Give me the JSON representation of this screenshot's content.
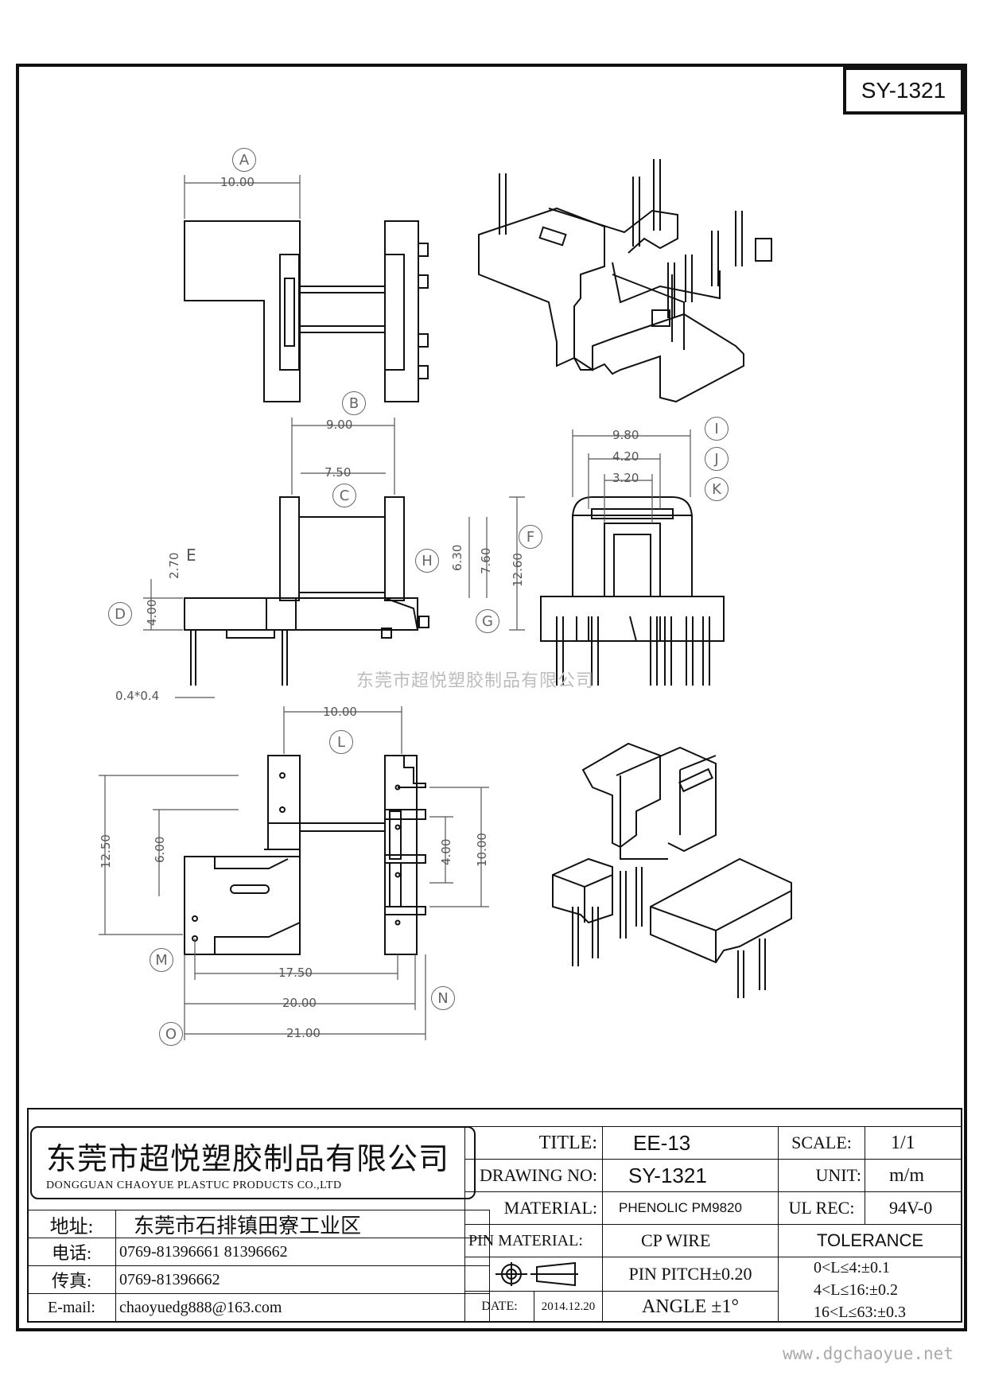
{
  "part_number": "SY-1321",
  "watermark": "东莞市超悦塑胶制品有限公司",
  "website": "www.dgchaoyue.net",
  "dimensions": [
    {
      "id": "A",
      "value": "10.00"
    },
    {
      "id": "B",
      "value": "9.00"
    },
    {
      "id": "C",
      "value": "7.50"
    },
    {
      "id": "D",
      "value": "4.00"
    },
    {
      "id": "E",
      "value": "2.70"
    },
    {
      "id": "F",
      "value": "12.60"
    },
    {
      "id": "G",
      "value": "7.60"
    },
    {
      "id": "H",
      "value": "6.30"
    },
    {
      "id": "I",
      "value": "9.80"
    },
    {
      "id": "J",
      "value": "4.20"
    },
    {
      "id": "K",
      "value": "3.20"
    },
    {
      "id": "L",
      "value": "10.00"
    },
    {
      "id": "M",
      "value": "17.50"
    },
    {
      "id": "N",
      "value": "20.00"
    },
    {
      "id": "O",
      "value": "21.00"
    }
  ],
  "extra_dims": {
    "pin_section": "0.4*0.4",
    "bottom_left_height": "12.50",
    "bottom_left_inner": "6.00",
    "bottom_right_inner": "4.00",
    "bottom_right_outer": "10.00"
  },
  "title_block": {
    "company_cn": "东莞市超悦塑胶制品有限公司",
    "company_en": "DONGGUAN CHAOYUE PLASTUC PRODUCTS CO.,LTD",
    "address_label": "地址:",
    "address_value": "东莞市石排镇田寮工业区",
    "phone_label": "电话:",
    "phone_value": "0769-81396661   81396662",
    "fax_label": "传真:",
    "fax_value": "0769-81396662",
    "email_label": "E-mail:",
    "email_value": "chaoyuedg888@163.com",
    "title_label": "TITLE:",
    "title_value": "EE-13",
    "drawing_no_label": "DRAWING NO:",
    "drawing_no_value": "SY-1321",
    "material_label": "MATERIAL:",
    "material_value": "PHENOLIC PM9820",
    "pin_material_label": "PIN MATERIAL:",
    "pin_material_value": "CP WIRE",
    "pin_pitch": "PIN PITCH±0.20",
    "angle": "ANGLE  ±1°",
    "date_label": "DATE:",
    "date_value": "2014.12.20",
    "scale_label": "SCALE:",
    "scale_value": "1/1",
    "unit_label": "UNIT:",
    "unit_value": "m/m",
    "ul_label": "UL REC:",
    "ul_value": "94V-0",
    "tolerance_label": "TOLERANCE",
    "tolerances": [
      "0<L≤4:±0.1",
      "4<L≤16:±0.2",
      "16<L≤63:±0.3"
    ]
  }
}
